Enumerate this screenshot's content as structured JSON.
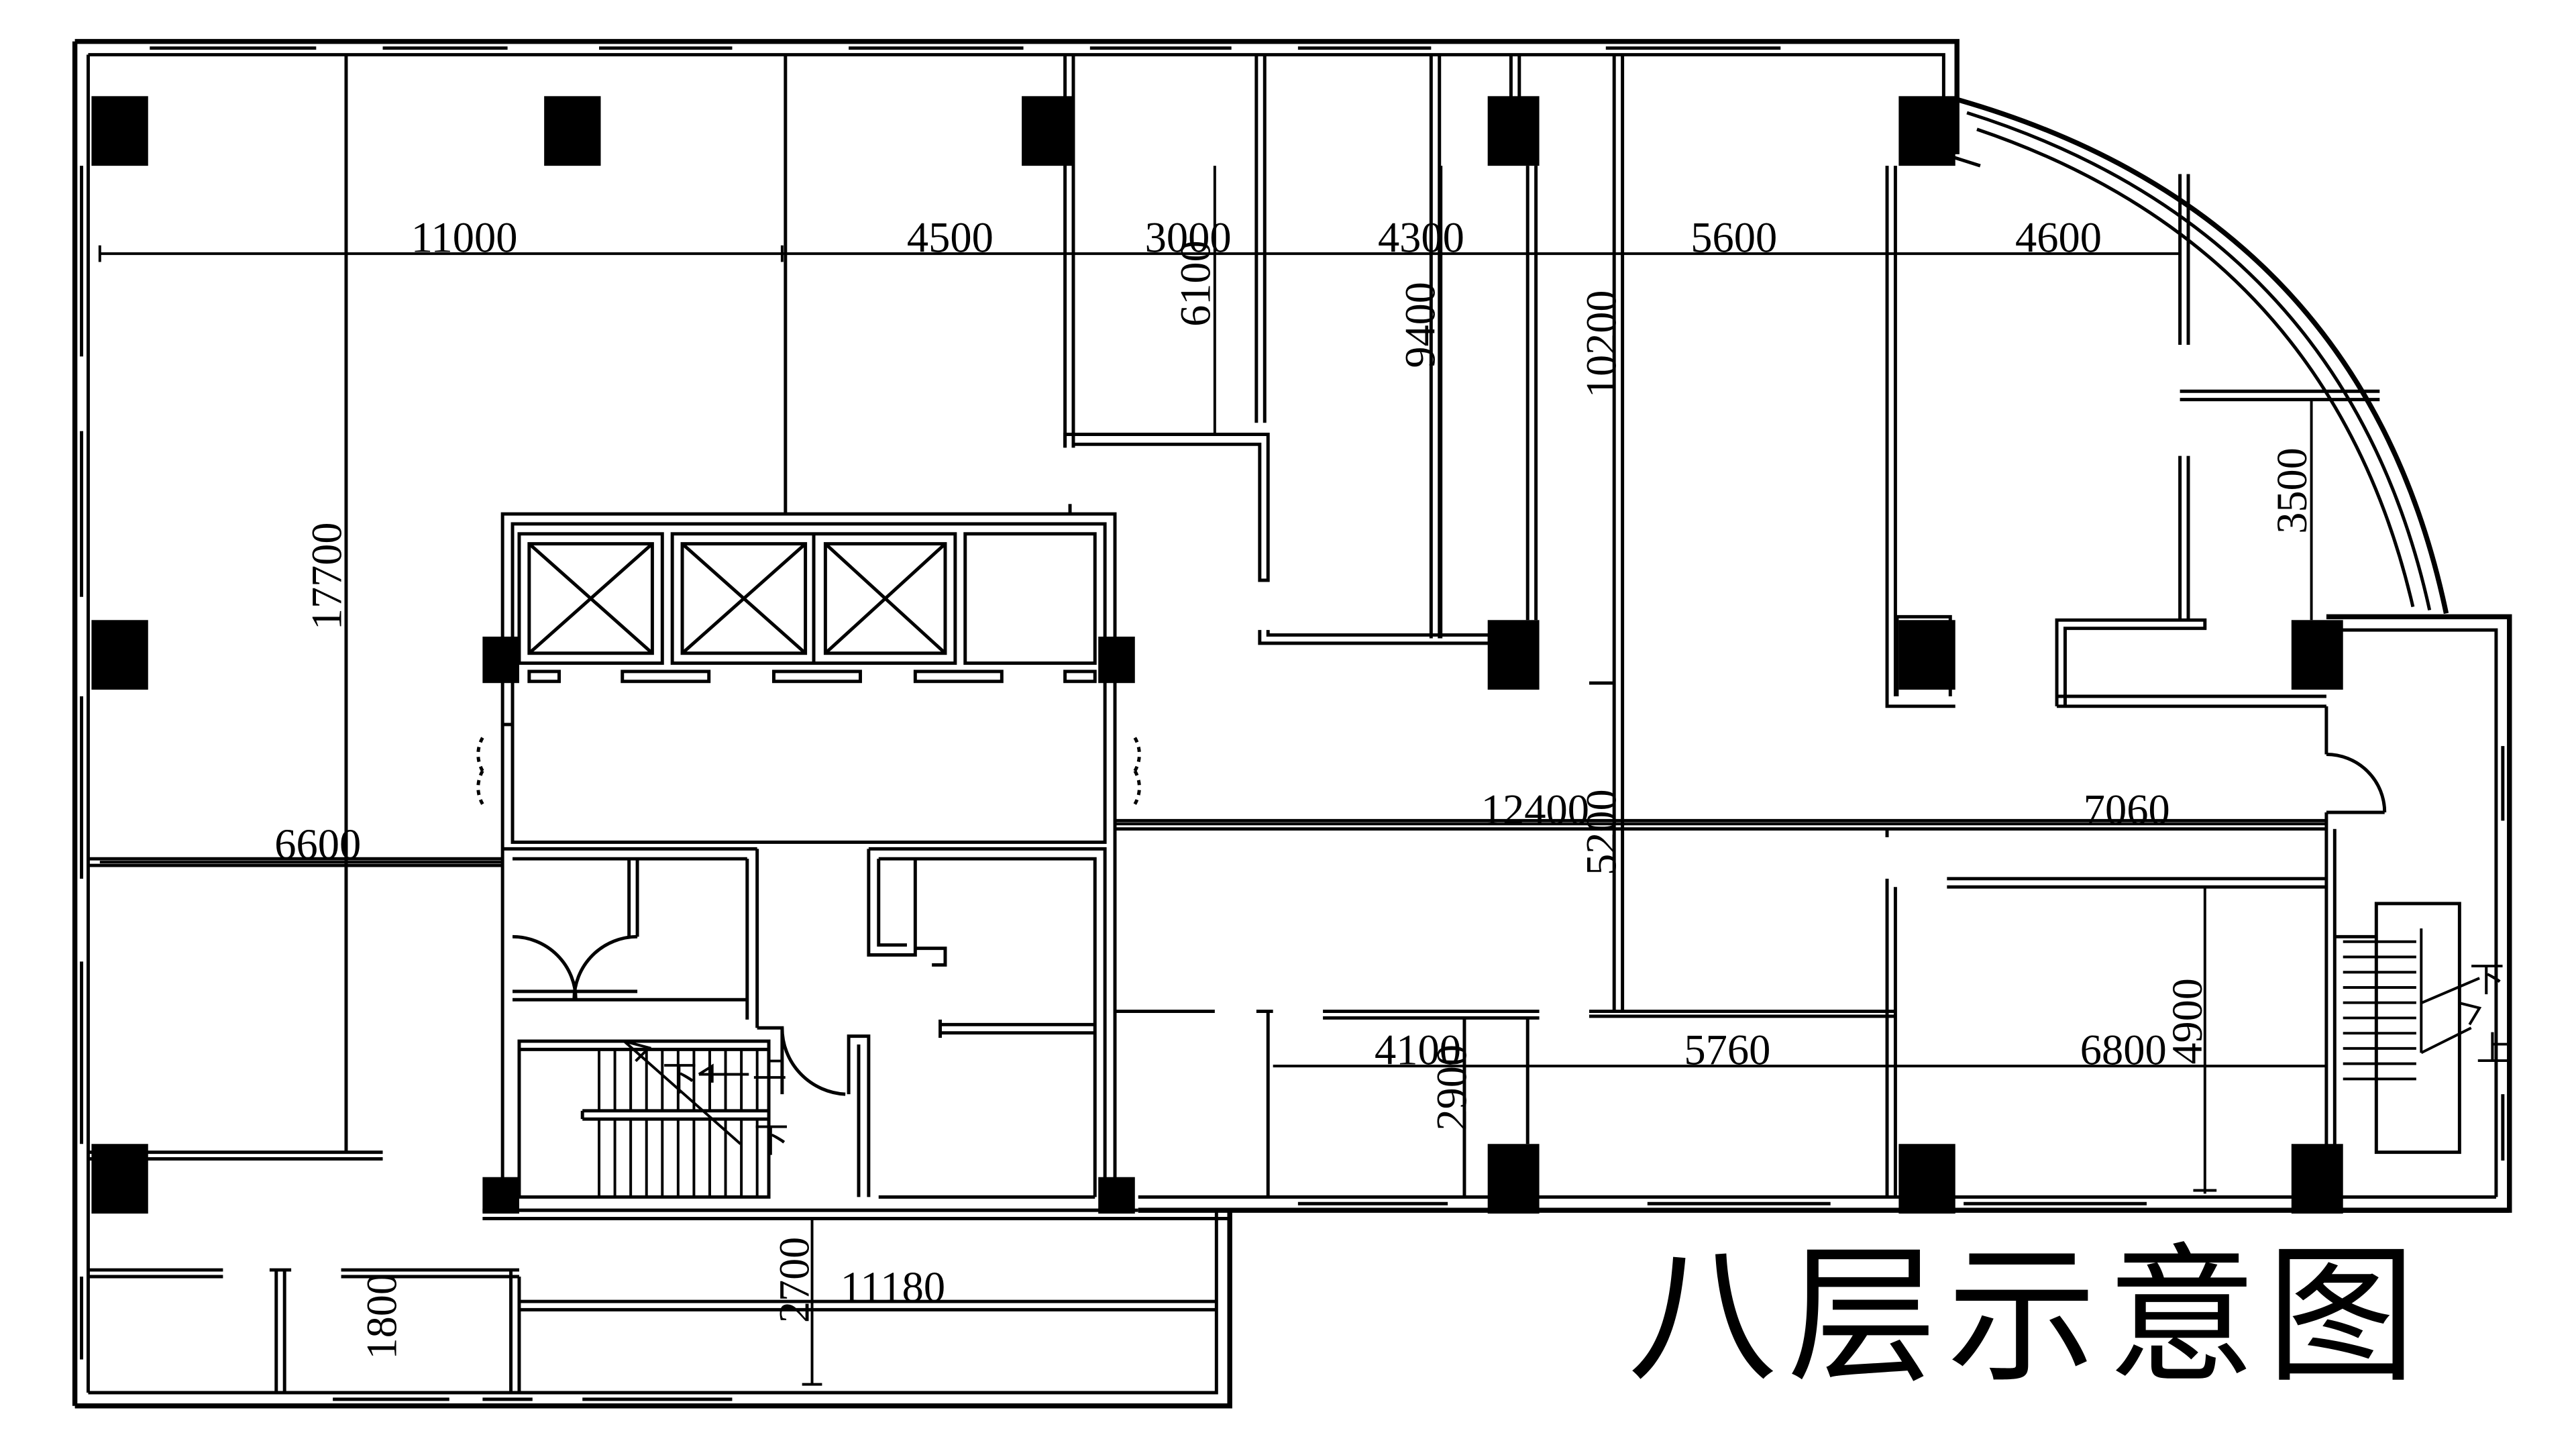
{
  "drawing": {
    "title": "八层示意图",
    "up_label": "上",
    "down_label": "下"
  },
  "dimensions": {
    "top_row": [
      "11000",
      "4500",
      "3000",
      "4300",
      "5600",
      "4600"
    ],
    "vertical_upper": [
      "6100",
      "9400",
      "10200",
      "3500"
    ],
    "left_height": "17700",
    "left_width": "6600",
    "middle_row": [
      "12400",
      "7060"
    ],
    "middle_vertical": "5200",
    "lower_row": [
      "4100",
      "5760",
      "6800"
    ],
    "lower_vertical": [
      "2900",
      "4900"
    ],
    "bottom": [
      "2700",
      "11180",
      "1800"
    ]
  }
}
